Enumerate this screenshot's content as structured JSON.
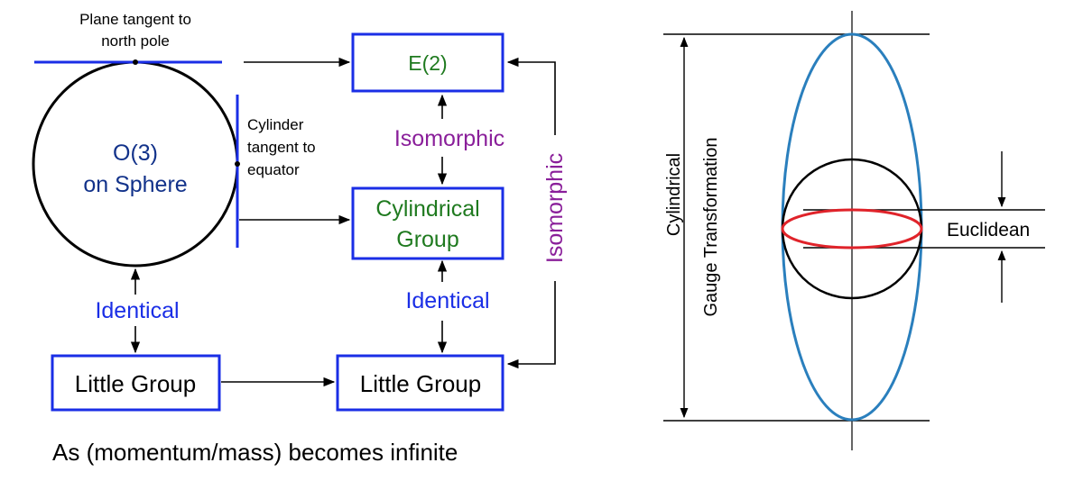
{
  "left_diagram": {
    "sphere_label_line1": "O(3)",
    "sphere_label_line2": "on Sphere",
    "plane_label_line1": "Plane tangent to",
    "plane_label_line2": "north pole",
    "cylinder_label_line1": "Cylinder",
    "cylinder_label_line2": "tangent to",
    "cylinder_label_line3": "equator",
    "e2_box": "E(2)",
    "cylindrical_box_line1": "Cylindrical",
    "cylindrical_box_line2": "Group",
    "little_group_left": "Little Group",
    "little_group_right": "Little Group",
    "isomorphic_center": "Isomorphic",
    "isomorphic_side": "Isomorphic",
    "identical_left": "Identical",
    "identical_right": "Identical",
    "caption": "As (momentum/mass) becomes infinite"
  },
  "right_diagram": {
    "vertical_label_line1": "Cylindrical",
    "vertical_label_line2": "Gauge Transformation",
    "euclidean_label": "Euclidean"
  },
  "colors": {
    "box_border": "#1a2ee6",
    "green_text": "#1f7a1f",
    "purple_text": "#8a1f9a",
    "blue_text": "#1a2ee6",
    "navy_text": "#12328a",
    "ellipse_blue": "#2a7fbd",
    "ellipse_red": "#e0232a",
    "line_black": "#000000"
  }
}
